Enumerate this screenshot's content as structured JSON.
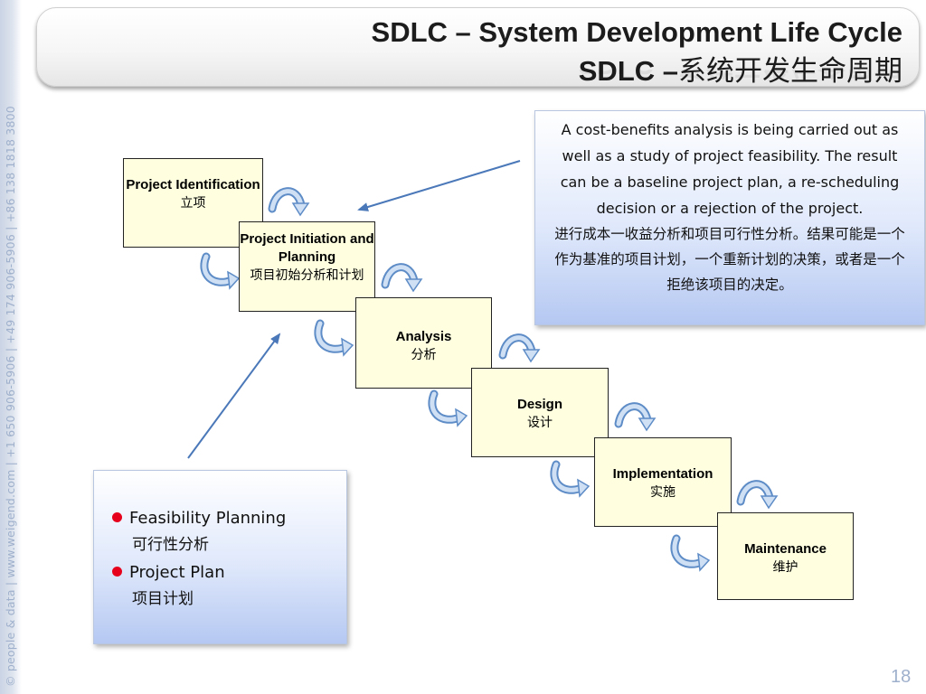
{
  "title": {
    "line1": "SDLC – System Development Life Cycle",
    "line2_prefix": "SDLC –",
    "line2_zh": "系统开发生命周期"
  },
  "side_text": "© people & data | www.weigend.com | +1 650 906-5906 | +49 174 906-5906 | +86 138 1818 3800",
  "page_number": "18",
  "info_box": {
    "text_en": "A cost-benefits analysis is being carried out as well as a study of project feasibility. The result can be a baseline project plan, a re-scheduling decision or a rejection of the project.",
    "text_zh": "进行成本一收益分析和项目可行性分析。结果可能是一个作为基准的项目计划，一个重新计划的决策，或者是一个拒绝该项目的决定。"
  },
  "legend": {
    "items": [
      {
        "en": "Feasibility Planning",
        "zh": "可行性分析"
      },
      {
        "en": "Project Plan",
        "zh": "项目计划"
      }
    ]
  },
  "phases": [
    {
      "name": "Project Identification",
      "zh": "立项"
    },
    {
      "name": "Project Initiation and Planning",
      "zh": "项目初始分析和计划"
    },
    {
      "name": "Analysis",
      "zh": "分析"
    },
    {
      "name": "Design",
      "zh": "设计"
    },
    {
      "name": "Implementation",
      "zh": "实施"
    },
    {
      "name": "Maintenance",
      "zh": "维护"
    }
  ],
  "colors": {
    "phase_fill": "#ffffe0",
    "bullet": "#e6001c",
    "cycle_arrow": "#7aa3d6",
    "pointer_arrow": "#4a78b8"
  }
}
